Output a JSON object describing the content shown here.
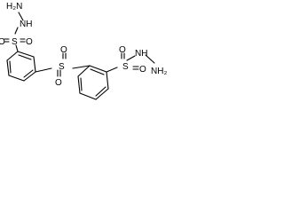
{
  "molecule": {
    "labels": {
      "hydrazine_top": "H₂N",
      "nh_top": "NH",
      "sulfonyl_top": "S",
      "sulfonyl_top_o1": "O",
      "sulfonyl_top_o2": "O",
      "sulfone_center": "S",
      "sulfone_center_o1": "O",
      "sulfone_center_o2": "O",
      "sulfonyl_right": "S",
      "sulfonyl_right_o1": "O",
      "sulfonyl_right_o2": "O",
      "nh_right": "NH",
      "hydrazine_right": "NH₂"
    }
  }
}
